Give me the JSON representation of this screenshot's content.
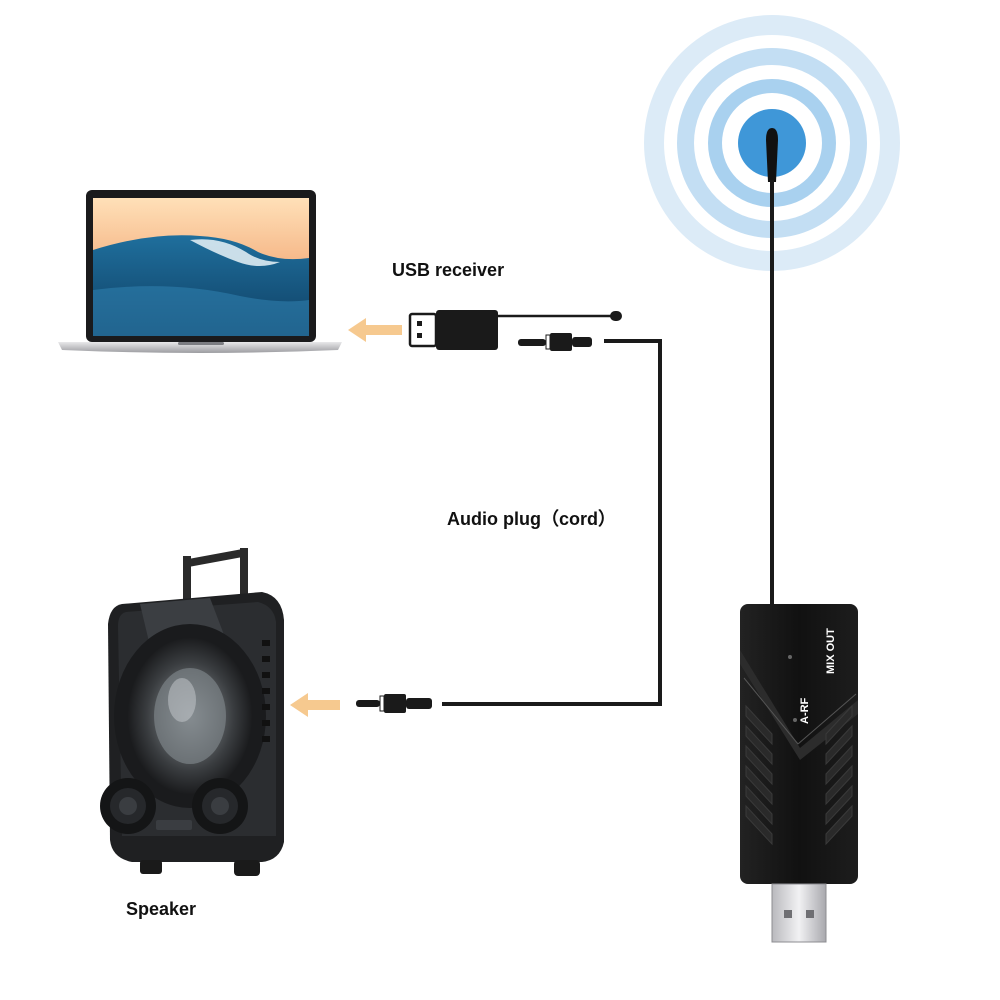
{
  "labels": {
    "usb_receiver": "USB receiver",
    "audio_plug": "Audio plug（cord）",
    "speaker": "Speaker",
    "mix_out": "MIX OUT",
    "a_rf": "A-RF"
  },
  "icons": {
    "laptop": "laptop-icon",
    "speaker": "speaker-icon",
    "dongle": "usb-transmitter-icon",
    "signal": "wireless-signal-icon",
    "arrow": "arrow-left-icon"
  },
  "colors": {
    "arrow": "#f6c98f",
    "signal_core": "#3f97d8",
    "signal_ring": "#b9dbf2",
    "device_body": "#151515",
    "cable": "#1a1a1a"
  }
}
